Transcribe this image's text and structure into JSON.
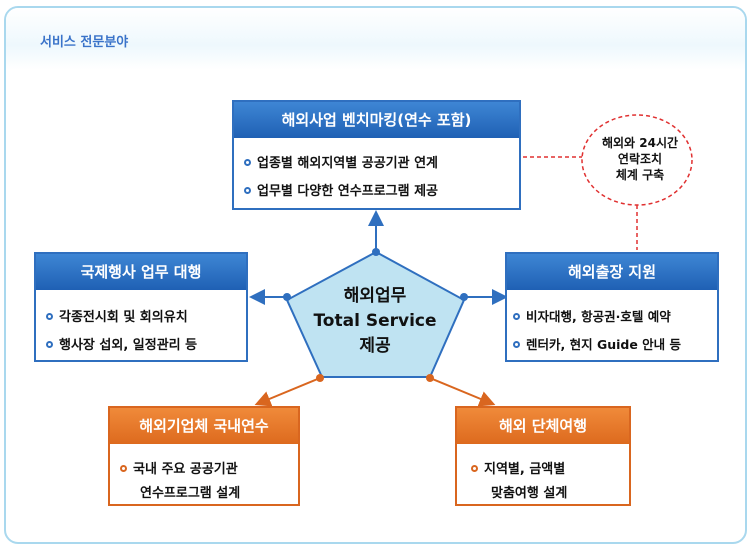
{
  "section_title": "서비스 전문분야",
  "center": {
    "line1": "해외업무",
    "line2": "Total Service",
    "line3": "제공"
  },
  "top": {
    "title": "해외사업 벤치마킹(연수 포함)",
    "items": [
      "업종별 해외지역별 공공기관 연계",
      "업무별 다양한 연수프로그램 제공"
    ]
  },
  "note": {
    "line1": "해외와 24시간",
    "line2": "연락조치",
    "line3": "체계 구축"
  },
  "left": {
    "title": "국제행사 업무 대행",
    "items": [
      "각종전시회 및 회의유치",
      "행사장 섭외, 일정관리 등"
    ]
  },
  "right": {
    "title": "해외출장 지원",
    "items": [
      "비자대행, 항공권·호텔 예약",
      "렌터카, 현지 Guide 안내 등"
    ]
  },
  "bottom_left": {
    "title": "해외기업체 국내연수",
    "item_line1": "국내 주요 공공기관",
    "item_line2": "연수프로그램 설계"
  },
  "bottom_right": {
    "title": "해외 단체여행",
    "item_line1": "지역별, 금액별",
    "item_line2": "맞춤여행 설계"
  },
  "colors": {
    "blue": "#2f6fbf",
    "orange": "#d9661f",
    "red_dashed": "#e03030",
    "pentagon_fill": "#bfe3f2"
  }
}
